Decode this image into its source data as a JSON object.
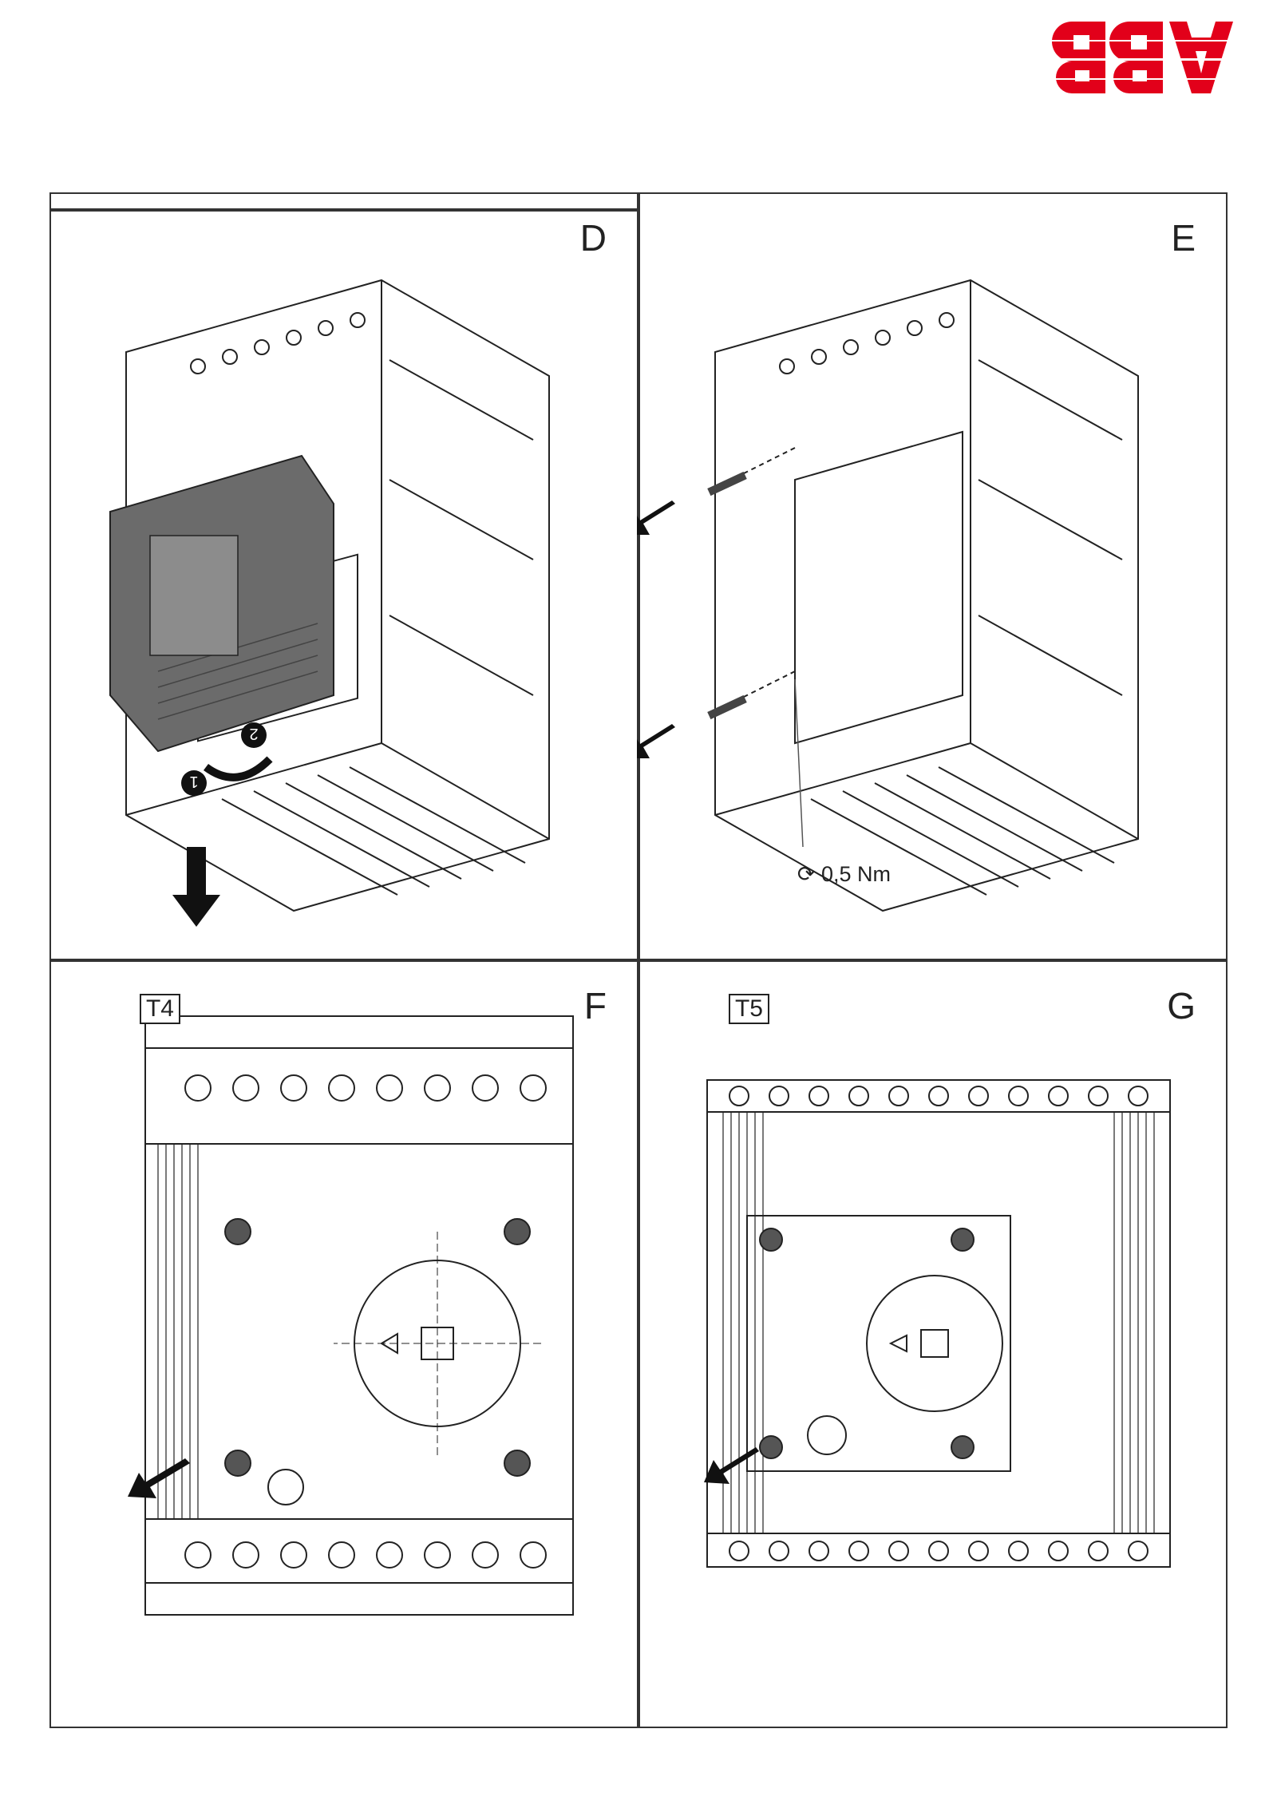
{
  "brand": {
    "logo_text": "ABB",
    "color": "#e2001a"
  },
  "panels": {
    "D": {
      "letter": "D",
      "arrow_labels": [
        "1",
        "2"
      ]
    },
    "E": {
      "letter": "E",
      "torque": "0,5 Nm"
    },
    "F": {
      "letter": "F",
      "model": "T4"
    },
    "G": {
      "letter": "G",
      "model": "T5"
    }
  },
  "colors": {
    "line": "#222222",
    "part_dark": "#6b6b6b",
    "screw": "#555555"
  }
}
